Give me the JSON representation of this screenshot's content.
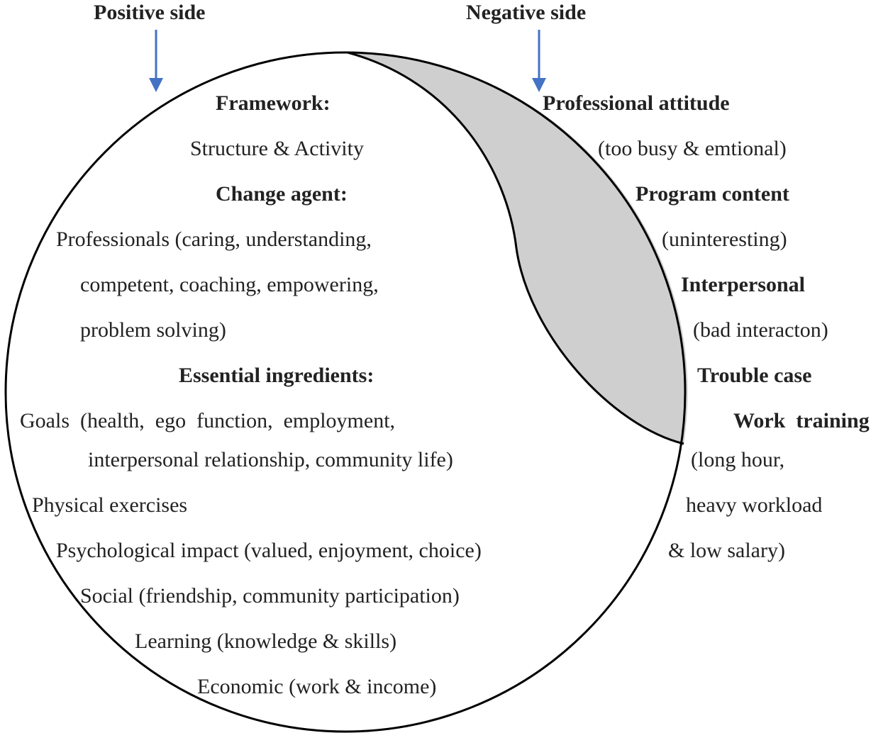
{
  "header": {
    "positive_label": "Positive side",
    "negative_label": "Negative side"
  },
  "positive_side": {
    "framework_heading": "Framework:",
    "framework_text": "Structure & Activity",
    "change_agent_heading": "Change agent:",
    "change_agent_lines": [
      "Professionals (caring, understanding,",
      "competent, coaching, empowering,",
      "problem solving)"
    ],
    "ingredients_heading": "Essential ingredients:",
    "goals_line_1": "Goals  (health,  ego  function,  employment,",
    "goals_line_2": "interpersonal relationship, community life)",
    "physical": "Physical exercises",
    "psychological": "Psychological impact (valued, enjoyment, choice)",
    "social": "Social (friendship, community participation)",
    "learning": "Learning (knowledge & skills)",
    "economic": "Economic (work & income)"
  },
  "negative_side": {
    "professional_attitude_heading": "Professional attitude",
    "professional_attitude_text": "(too busy & emtional)",
    "program_content_heading": "Program content",
    "program_content_text": "(uninteresting)",
    "interpersonal_heading": "Interpersonal",
    "interpersonal_text": "(bad interacton)",
    "trouble_case_heading": "Trouble case",
    "work_training_heading": "Work  training",
    "work_training_lines": [
      "(long hour,",
      "heavy workload",
      "& low salary)"
    ]
  },
  "colors": {
    "arrow": "#4472c4",
    "shaded_region": "#d0cfd0",
    "outline": "#000000",
    "text": "#222222"
  }
}
